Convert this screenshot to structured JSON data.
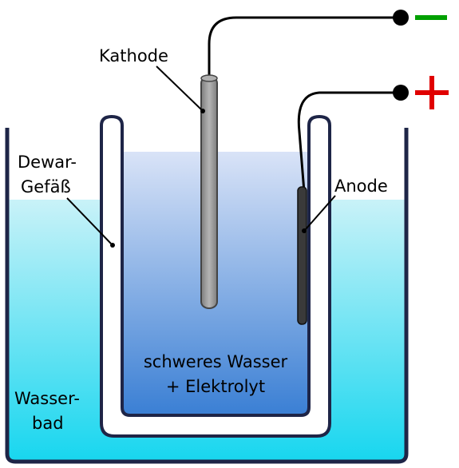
{
  "labels": {
    "cathode": "Kathode",
    "anode": "Anode",
    "dewar_line1": "Dewar-",
    "dewar_line2": "Gefäß",
    "water_line1": "schweres Wasser",
    "water_line2": "+ Elektrolyt",
    "bath_line1": "Wasser-",
    "bath_line2": "bad"
  },
  "terminals": {
    "negative": "−",
    "positive": "+"
  },
  "colors": {
    "bath_top": "#c6f1f8",
    "bath_bottom": "#1fd8f0",
    "heavy_water_top": "#d4e0f6",
    "heavy_water_bottom": "#3e84d6",
    "container_outline": "#1e2547",
    "negative_sign": "#00a000",
    "positive_sign": "#e00000",
    "cathode_fill": "#9a9a9a",
    "anode_fill": "#3a3a3a"
  }
}
